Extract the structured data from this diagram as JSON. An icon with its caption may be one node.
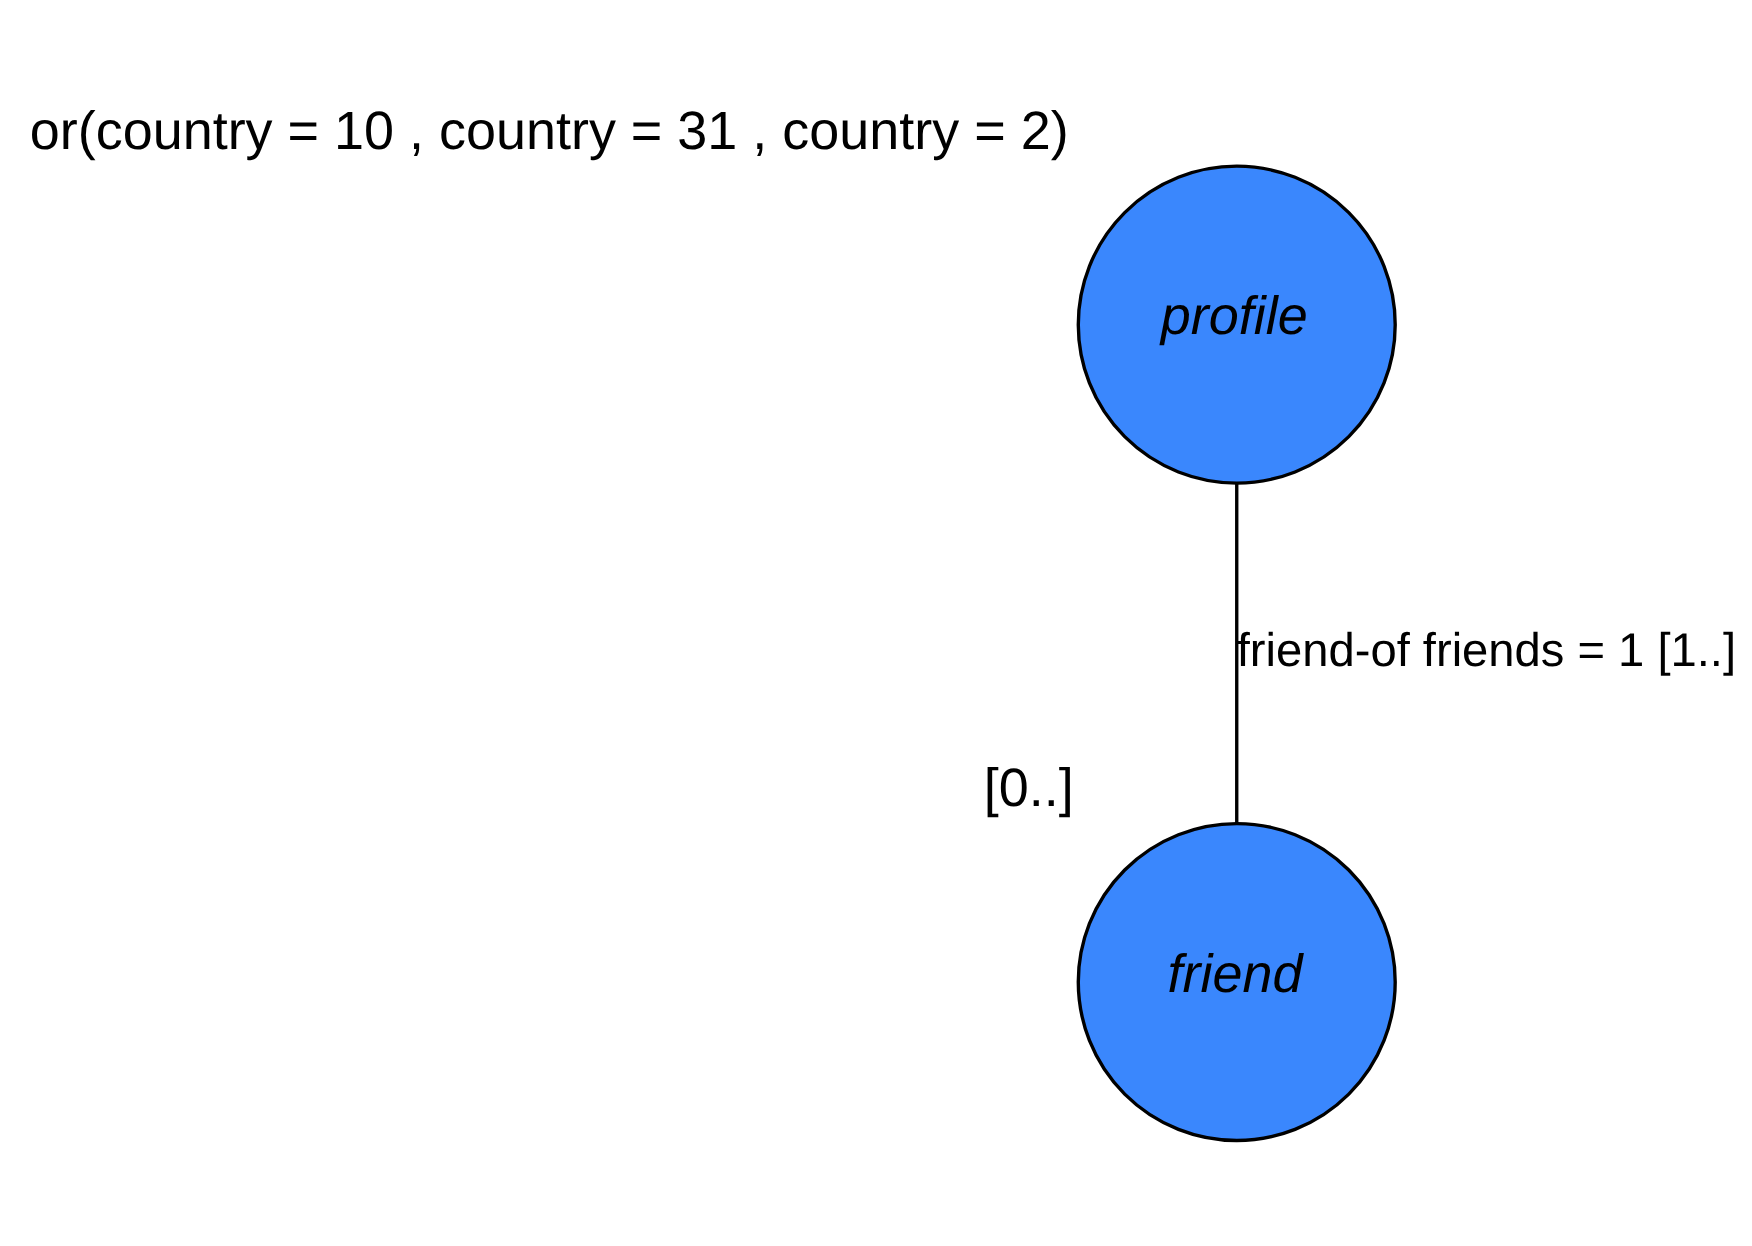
{
  "diagram": {
    "nodes": [
      {
        "text": [
          "profile"
        ],
        "beside": [
          "or(country = 10 , country = 31 , country = 2)"
        ]
      },
      {
        "text": [
          "friend"
        ],
        "beside": [
          "[0..]"
        ]
      }
    ],
    "edges": [
      {
        "from": 0,
        "to": 1,
        "arrow": "none",
        "label": "friend-of friends = 1 [1..]"
      }
    ]
  }
}
